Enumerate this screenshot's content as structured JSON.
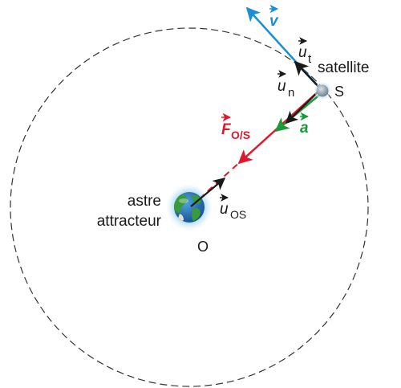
{
  "labels": {
    "satellite": "satellite",
    "S": "S",
    "O": "O",
    "astre_line1": "astre",
    "astre_line2": "attracteur",
    "v": "v",
    "ut_main": "u",
    "ut_sub": "t",
    "un_main": "u",
    "un_sub": "n",
    "a": "a",
    "F_main": "F",
    "F_sub": "O/S",
    "uOS_main": "u",
    "uOS_sub": "OS"
  },
  "colors": {
    "velocity": "#1a8fd3",
    "force": "#e0182d",
    "acceleration": "#1a9a3a",
    "unit_vectors": "#1a1a1a",
    "orbit": "#333333",
    "earth_ocean": "#1f6fb5",
    "earth_land": "#3a9a3a",
    "satellite_body": "#8a9aa6"
  },
  "icons": {
    "earth": "earth-globe-icon",
    "satellite": "satellite-sphere-icon"
  }
}
